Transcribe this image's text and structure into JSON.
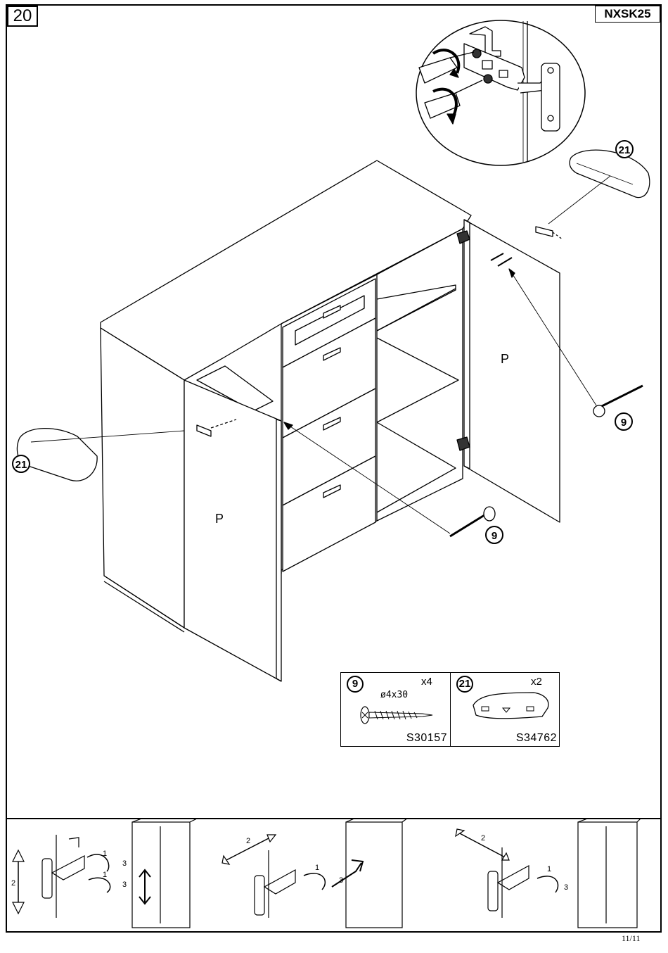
{
  "header": {
    "step_number": "20",
    "model_code": "NXSK25"
  },
  "assembly": {
    "panel_label_left": "P",
    "panel_label_right": "P",
    "callout_handle_left": "21",
    "callout_handle_right": "21",
    "callout_screw_left": "9",
    "callout_screw_right": "9"
  },
  "parts_table": {
    "items": [
      {
        "id": "9",
        "qty": "x4",
        "dimension": "ø4x30",
        "code": "S30157"
      },
      {
        "id": "21",
        "qty": "x2",
        "dimension": "",
        "code": "S34762"
      }
    ]
  },
  "adjustment": {
    "panel1": {
      "label_a": "1",
      "label_b": "2",
      "label_c": "3",
      "label_d": "1",
      "label_e": "3"
    },
    "panel2": {
      "label_a": "2",
      "label_b": "1",
      "label_c": "3"
    },
    "panel3": {
      "label_a": "2",
      "label_b": "1",
      "label_c": "3"
    }
  },
  "footer": {
    "page": "11/11"
  }
}
